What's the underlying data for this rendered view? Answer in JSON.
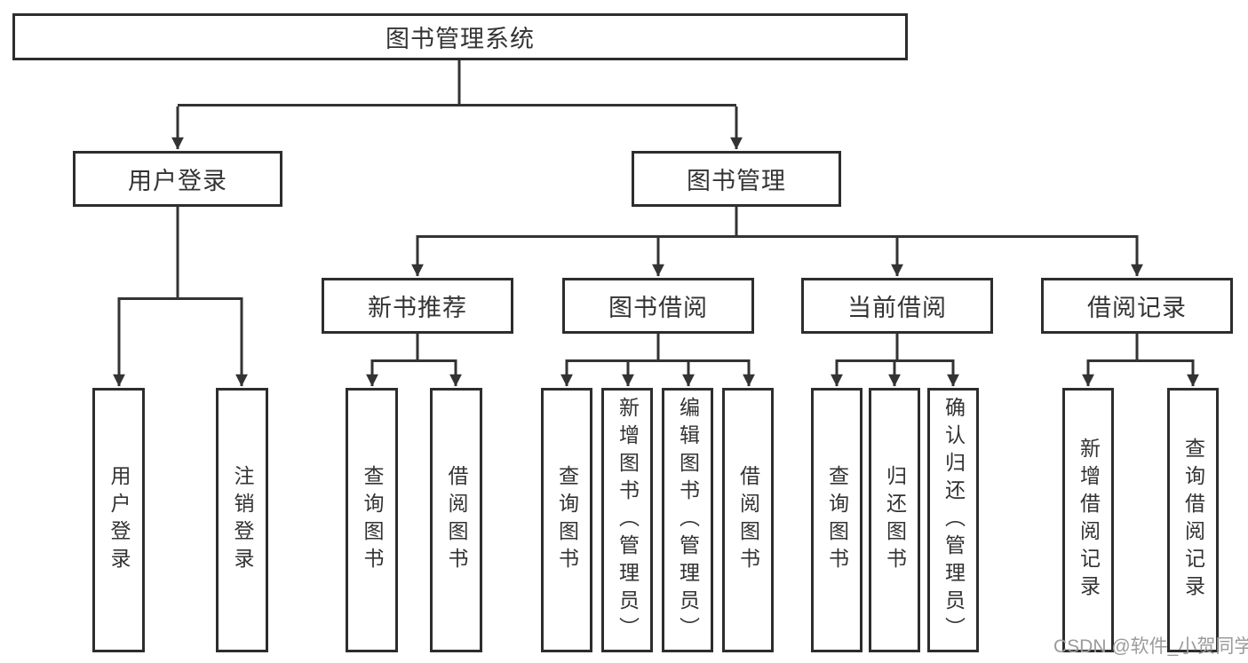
{
  "diagram": {
    "root": "图书管理系统",
    "level1": {
      "user_login": "用户登录",
      "book_mgmt": "图书管理"
    },
    "user_login_children": [
      "用户登录",
      "注销登录"
    ],
    "level2": [
      "新书推荐",
      "图书借阅",
      "当前借阅",
      "借阅记录"
    ],
    "new_book_children": [
      "查询图书",
      "借阅图书"
    ],
    "book_borrow_children": [
      "查询图书",
      "新增图书（管理员）",
      "编辑图书（管理员）",
      "借阅图书"
    ],
    "current_borrow_children": [
      "查询图书",
      "归还图书",
      "确认归还（管理员）"
    ],
    "borrow_record_children": [
      "新增借阅记录",
      "查询借阅记录"
    ]
  },
  "watermark": "CSDN @软件_小贺同学",
  "colors": {
    "line": "#333333",
    "box_border": "#2d2d2d",
    "text": "#333333",
    "watermark": "#9b9b9b",
    "background": "#ffffff"
  }
}
